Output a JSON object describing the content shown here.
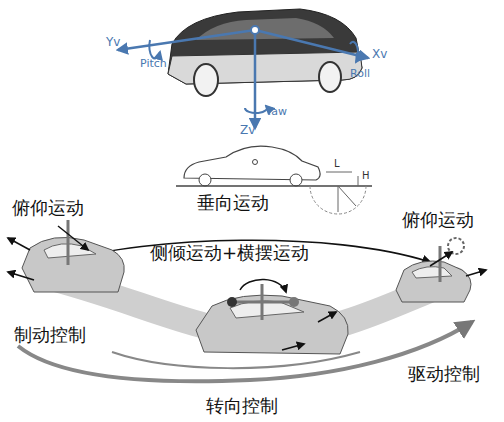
{
  "diagram": {
    "labels": [
      "Yv",
      "Pitch",
      "Roll",
      "Xv",
      "Yaw",
      "Zv",
      "L",
      "H",
      "垂向运动",
      "俯仰运动",
      "侧倾运动+横摆运动",
      "俯仰运动",
      "制动控制",
      "驱动控制",
      "转向控制"
    ]
  }
}
